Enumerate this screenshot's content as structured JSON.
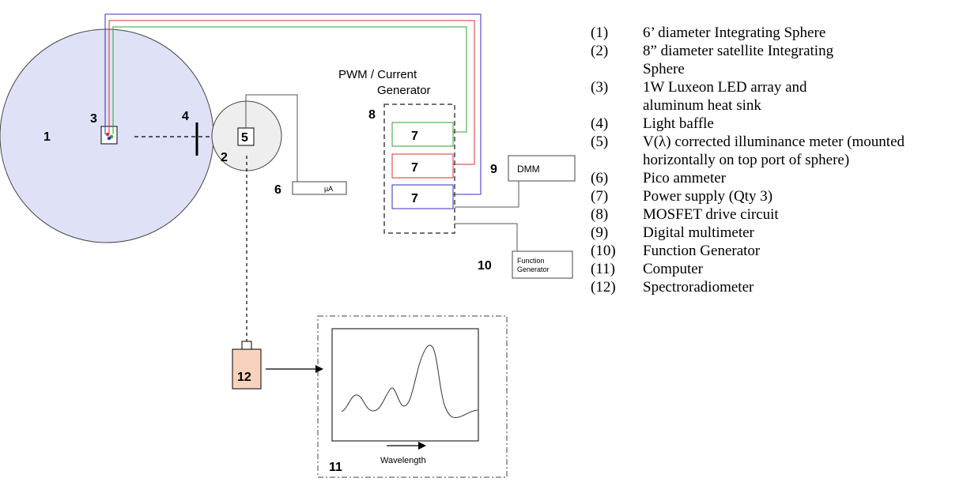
{
  "diagram": {
    "labels": {
      "main_sphere": "1",
      "satellite_sphere": "2",
      "led_array": "3",
      "baffle": "4",
      "meter": "5",
      "pico_ammeter": "6",
      "power_supply_1": "7",
      "power_supply_2": "7",
      "power_supply_3": "7",
      "mosfet_circuit": "8",
      "dmm": "9",
      "function_generator": "10",
      "computer": "11",
      "spectroradiometer": "12"
    },
    "generator_title_line1": "PWM / Current",
    "generator_title_line2": "Generator",
    "ammeter_unit": "µA",
    "dmm_text": "DMM",
    "function_generator_line1": "Function",
    "function_generator_line2": "Generator",
    "wavelength_label": "Wavelength",
    "colors": {
      "sphere_fill": "#dfe2f7",
      "satellite_fill": "#eeeeee",
      "spectro_fill": "#f7d2bc",
      "red_wire": "#e03030",
      "green_wire": "#30a030",
      "blue_wire": "#3030c0",
      "line": "#555555"
    }
  },
  "legend": [
    {
      "num": "(1)",
      "text": "6’ diameter Integrating Sphere"
    },
    {
      "num": "(2)",
      "text": "8” diameter satellite Integrating Sphere"
    },
    {
      "num": "(3)",
      "text": "1W Luxeon LED array and aluminum heat sink"
    },
    {
      "num": "(4)",
      "text": "Light baffle"
    },
    {
      "num": "(5)",
      "text": "V(λ) corrected illuminance meter (mounted horizontally on top port of sphere)"
    },
    {
      "num": "(6)",
      "text": "Pico ammeter"
    },
    {
      "num": "(7)",
      "text": "Power supply (Qty 3)"
    },
    {
      "num": "(8)",
      "text": "MOSFET drive circuit"
    },
    {
      "num": "(9)",
      "text": "Digital multimeter"
    },
    {
      "num": "(10)",
      "text": "Function Generator"
    },
    {
      "num": "(11)",
      "text": "Computer"
    },
    {
      "num": "(12)",
      "text": "Spectroradiometer"
    }
  ]
}
